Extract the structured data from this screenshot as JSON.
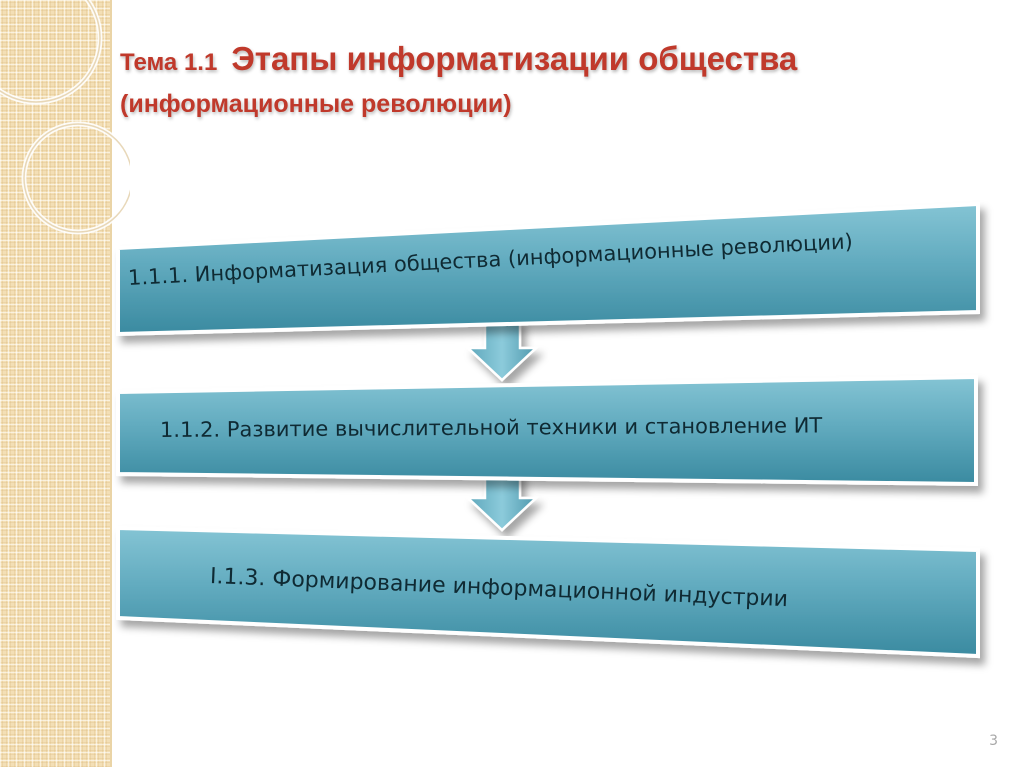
{
  "slide": {
    "title_prefix": "Тема 1.1",
    "title_main": "Этапы информатизации общества",
    "title_line2": "(информационные революции)",
    "page_number": "3"
  },
  "steps": [
    {
      "label": "1.1.1. Информатизация общества (информационные революции)"
    },
    {
      "label": "1.1.2. Развитие вычислительной техники и становление ИТ"
    },
    {
      "label": "I.1.3. Формирование информационной индустрии"
    }
  ],
  "colors": {
    "title": "#c0392b",
    "box_fill_light": "#6fb6c8",
    "box_fill_dark": "#3e8ea3",
    "box_border": "#ffffff",
    "text_dark": "#0f2a33",
    "side_strip": "#f3dfb6"
  }
}
